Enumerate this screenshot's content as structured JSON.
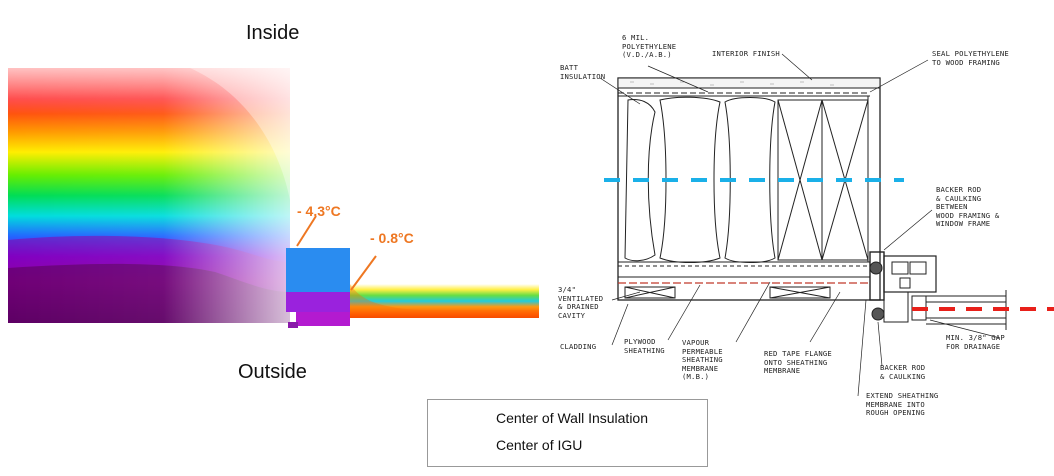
{
  "thermal": {
    "inside_label": "Inside",
    "outside_label": "Outside",
    "temp_frame": "- 4.3°C",
    "temp_glass": "- 0.8°C"
  },
  "detail": {
    "annotations": {
      "poly": "6 MIL.\nPOLYETHYLENE\n(V.D./A.B.)",
      "interior_finish": "INTERIOR FINISH",
      "seal": "SEAL POLYETHYLENE\nTO WOOD FRAMING",
      "batt": "BATT\nINSULATION",
      "backer_top": "BACKER ROD\n& CAULKING\nBETWEEN\nWOOD FRAMING &\nWINDOW FRAME",
      "cavity": "3/4\"\nVENTILATED\n& DRAINED\nCAVITY",
      "cladding": "CLADDING",
      "plywood": "PLYWOOD\nSHEATHING",
      "vapour": "VAPOUR\nPERMEABLE\nSHEATHING\nMEMBRANE\n(M.B.)",
      "red_tape": "RED TAPE FLANGE\nONTO SHEATHING\nMEMBRANE",
      "gap": "MIN. 3/8\" GAP\nFOR DRAINAGE",
      "backer_bottom": "BACKER ROD\n& CAULKING",
      "extend": "EXTEND SHEATHING\nMEMBRANE INTO\nROUGH OPENING"
    }
  },
  "legend": {
    "items": [
      {
        "label": "Center of Wall Insulation",
        "color": "#1ab0e8"
      },
      {
        "label": "Center of IGU",
        "color": "#e8201a"
      }
    ]
  }
}
